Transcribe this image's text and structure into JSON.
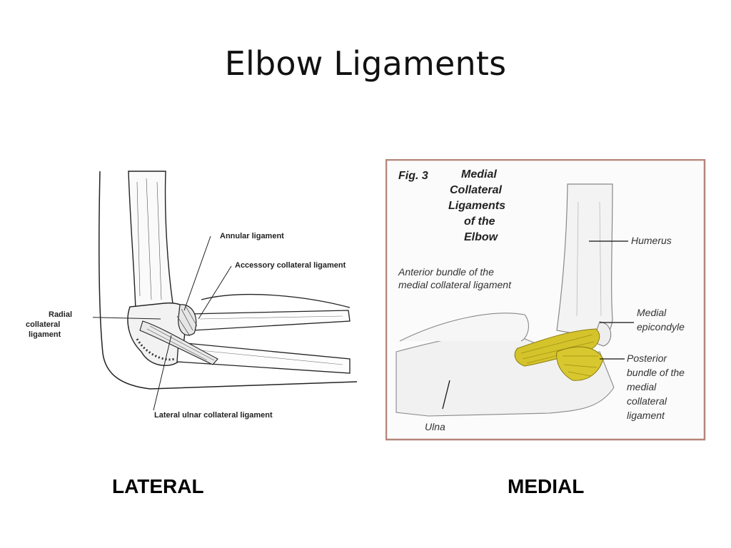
{
  "title": "Elbow Ligaments",
  "lateral": {
    "caption": "LATERAL",
    "labels": {
      "annular": "Annular ligament",
      "accessory": "Accessory collateral ligament",
      "radial_1": "Radial",
      "radial_2": "collateral",
      "radial_3": "ligament",
      "lateral_ulnar": "Lateral ulnar collateral ligament"
    }
  },
  "medial": {
    "caption": "MEDIAL",
    "fig_number": "Fig. 3",
    "fig_title": [
      "Medial",
      "Collateral",
      "Ligaments",
      "of the",
      "Elbow"
    ],
    "labels": {
      "humerus": "Humerus",
      "anterior_1": "Anterior bundle of the",
      "anterior_2": "medial collateral ligament",
      "epicondyle_1": "Medial",
      "epicondyle_2": "epicondyle",
      "posterior": [
        "Posterior",
        "bundle of the",
        "medial",
        "collateral",
        "ligament"
      ],
      "ulna": "Ulna"
    }
  },
  "colors": {
    "ligament": "#d4c32a",
    "frame": "#b5857a"
  }
}
